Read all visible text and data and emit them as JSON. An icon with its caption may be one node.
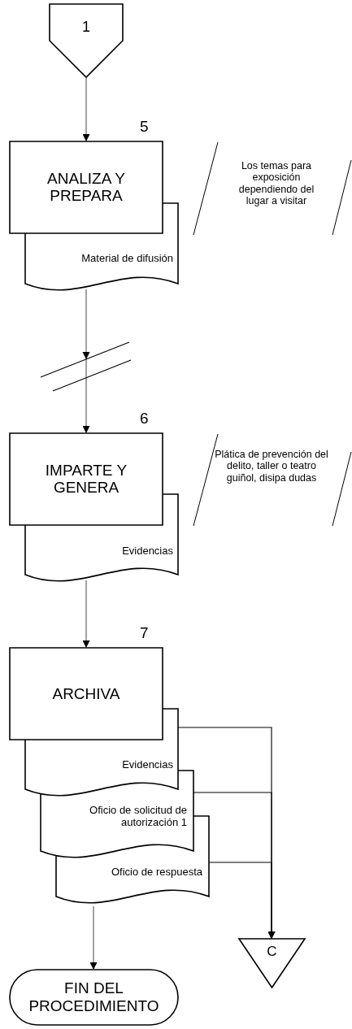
{
  "diagram": {
    "nodes": [
      {
        "text": [
          "1"
        ]
      },
      {
        "text": [
          "ANALIZA Y PREPARA"
        ],
        "beside": [
          "5"
        ]
      },
      {
        "text": [
          "Los temas para exposición dependiendo del lugar a visitar"
        ]
      },
      {
        "text": [
          "Material de difusión"
        ]
      },
      {
        "text": [
          "IMPARTE Y GENERA"
        ],
        "beside": [
          "6"
        ]
      },
      {
        "text": [
          "Plática de prevención del delito, taller o teatro guiñol, disipa dudas"
        ]
      },
      {
        "text": [
          "Evidencias"
        ]
      },
      {
        "text": [
          "ARCHIVA"
        ],
        "beside": [
          "7"
        ]
      },
      {
        "text": [
          "Evidencias"
        ]
      },
      {
        "text": [
          "Oficio de solicitud de autorización 1"
        ]
      },
      {
        "text": [
          "Oficio de respuesta"
        ]
      },
      {
        "text": [
          "C"
        ]
      },
      {
        "text": [
          "FIN DEL PROCEDIMIENTO"
        ]
      }
    ],
    "edges": [
      {
        "from": 0,
        "to": 1,
        "arrow": "to"
      },
      {
        "from": 3,
        "to": 4,
        "arrow": "to"
      },
      {
        "from": 6,
        "to": 7,
        "arrow": "to"
      },
      {
        "from": 8,
        "to": 11,
        "arrow": "to"
      },
      {
        "from": 9,
        "to": 11,
        "arrow": "to"
      },
      {
        "from": 10,
        "to": 11,
        "arrow": "to"
      },
      {
        "from": 10,
        "to": 12,
        "arrow": "to"
      }
    ]
  }
}
